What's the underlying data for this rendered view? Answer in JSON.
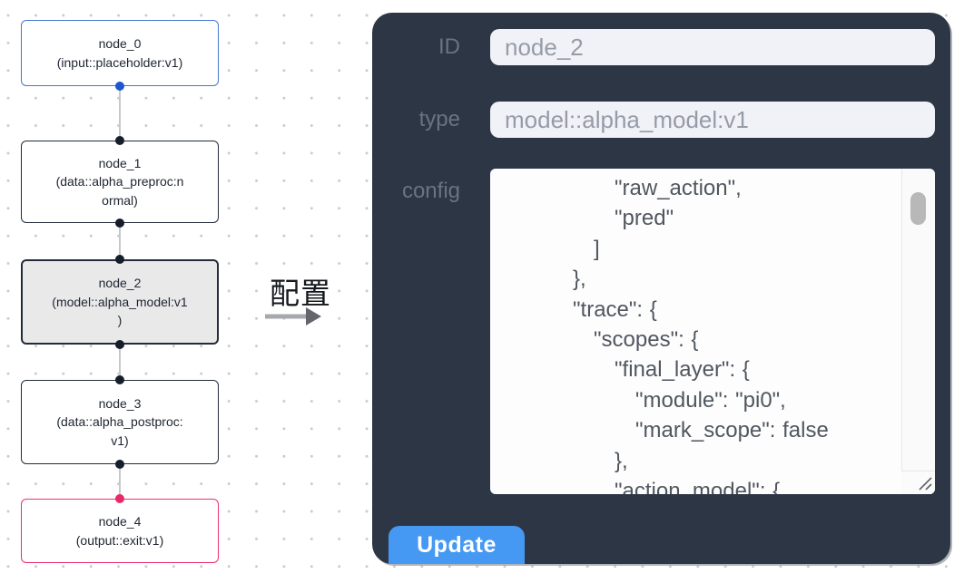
{
  "flowchart": {
    "nodes": [
      {
        "id": "node_0",
        "state": "input",
        "lines": [
          "node_0",
          "(input::placeholder:v1)"
        ]
      },
      {
        "id": "node_1",
        "state": "default",
        "lines": [
          "node_1",
          "(data::alpha_preproc:n",
          "ormal)"
        ]
      },
      {
        "id": "node_2",
        "state": "selected",
        "lines": [
          "node_2",
          "(model::alpha_model:v1",
          ")"
        ]
      },
      {
        "id": "node_3",
        "state": "default",
        "lines": [
          "node_3",
          "(data::alpha_postproc:",
          "v1)"
        ]
      },
      {
        "id": "node_4",
        "state": "output",
        "lines": [
          "node_4",
          "(output::exit:v1)"
        ]
      }
    ],
    "colors": {
      "input_accent": "#4678cc",
      "default_accent": "#222b39",
      "output_accent": "#ed2f6d",
      "selected_fill": "#e9e9ea",
      "edge": "#c5c8cd"
    }
  },
  "transition": {
    "label": "配置"
  },
  "panel": {
    "background": "#2d3645",
    "id": {
      "label": "ID",
      "value": "node_2"
    },
    "type": {
      "label": "type",
      "value": "model::alpha_model:v1"
    },
    "config": {
      "label": "config",
      "value": "               \"raw_action\",\n               \"pred\"\n            ]\n         },\n         \"trace\": {\n            \"scopes\": {\n               \"final_layer\": {\n                  \"module\": \"pi0\",\n                  \"mark_scope\": false\n               },\n               \"action_model\": {"
    },
    "update_button": {
      "label": "Update",
      "color": "#4699f3"
    }
  }
}
